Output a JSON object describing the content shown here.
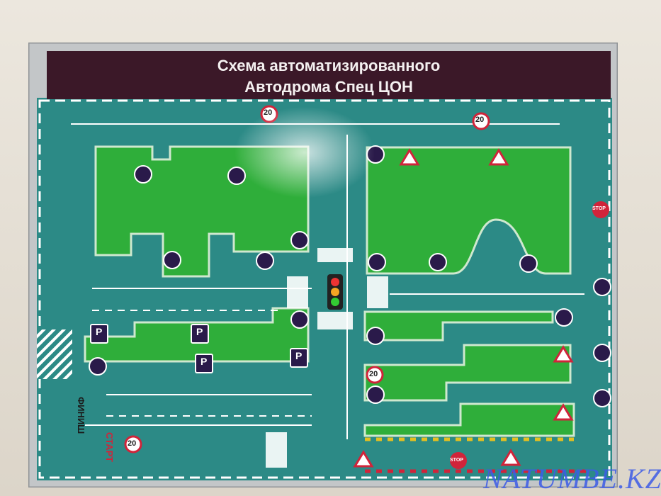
{
  "title": {
    "line1": "Схема автоматизированного",
    "line2": "Автодрома Спец ЦОН"
  },
  "labels": {
    "finish": "ФИНИШ",
    "start": "СТАРТ"
  },
  "signs": {
    "speed_limit": "20",
    "stop": "STOP",
    "parking": "P"
  },
  "watermark": "NATUMBE.KZ",
  "colors": {
    "road": "#2c8a86",
    "grass": "#2fae3a",
    "title_bg": "#3b1828",
    "frame": "#b9bcbf",
    "sign_blue": "#2a1a4a",
    "watermark": "#3c5ae6"
  }
}
